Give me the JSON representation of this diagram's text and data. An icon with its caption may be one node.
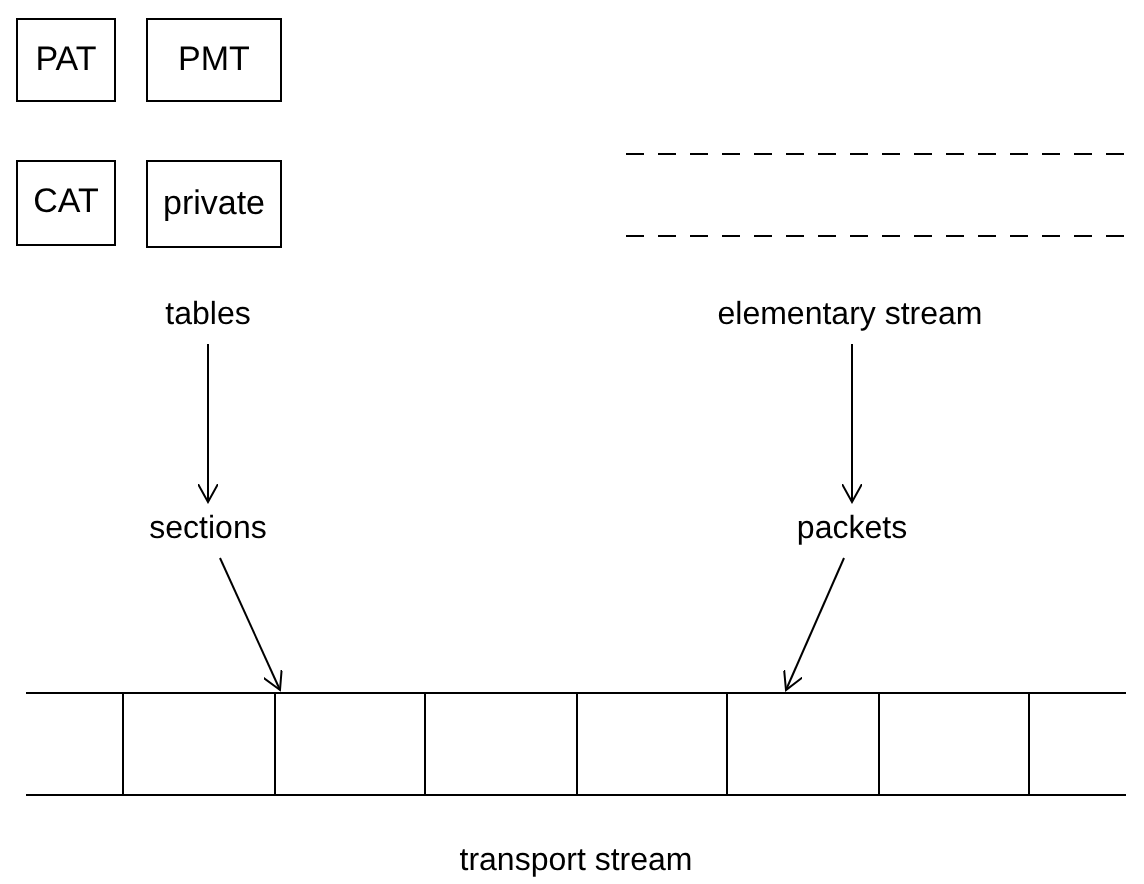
{
  "diagram": {
    "nodes": [
      {
        "text": [
          "PAT"
        ]
      },
      {
        "text": [
          "PMT"
        ]
      },
      {
        "text": [
          "CAT"
        ]
      },
      {
        "text": [
          "private"
        ]
      },
      {
        "text": [
          "tables"
        ]
      },
      {
        "text": [
          "elementary stream"
        ]
      },
      {
        "text": [
          "sections"
        ]
      },
      {
        "text": [
          "packets"
        ]
      },
      {
        "text": [
          "transport stream"
        ]
      }
    ],
    "edges": [
      {
        "from": 4,
        "to": 6,
        "arrow": "to"
      },
      {
        "from": 5,
        "to": 7,
        "arrow": "to"
      },
      {
        "from": 6,
        "to": 8,
        "arrow": "to"
      },
      {
        "from": 7,
        "to": 8,
        "arrow": "to"
      }
    ]
  }
}
